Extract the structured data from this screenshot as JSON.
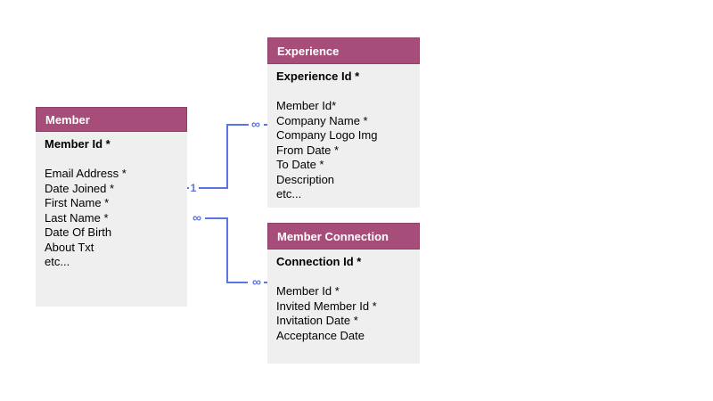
{
  "diagram": {
    "type": "entity-relationship",
    "colors": {
      "header_bg": "#A64D79",
      "header_border": "#8E4268",
      "body_bg": "#EFEFEF",
      "connector": "#5B74E4",
      "header_text": "#FFFFFF",
      "field_text": "#000000"
    },
    "entities": [
      {
        "id": "member",
        "title": "Member",
        "key_field": "Member Id *",
        "fields": [
          "Email Address *",
          "Date Joined *",
          "First Name *",
          "Last Name *",
          "Date Of Birth",
          "About Txt",
          "etc..."
        ]
      },
      {
        "id": "experience",
        "title": "Experience",
        "key_field": "Experience Id *",
        "fields": [
          "Member Id*",
          "Company Name *",
          "Company Logo Img",
          "From Date *",
          "To Date *",
          "Description",
          "etc..."
        ]
      },
      {
        "id": "member_connection",
        "title": "Member Connection",
        "key_field": "Connection Id *",
        "fields": [
          "Member Id *",
          "Invited Member Id *",
          "Invitation Date *",
          "Acceptance Date"
        ]
      }
    ],
    "connectors": [
      {
        "id": "member-to-experience",
        "from_entity": "Member",
        "to_entity": "Experience",
        "from_label": "1",
        "to_label": "∞"
      },
      {
        "id": "member-to-member-connection",
        "from_entity": "Member",
        "to_entity": "Member Connection",
        "from_label": "∞",
        "to_label": "∞"
      }
    ]
  }
}
